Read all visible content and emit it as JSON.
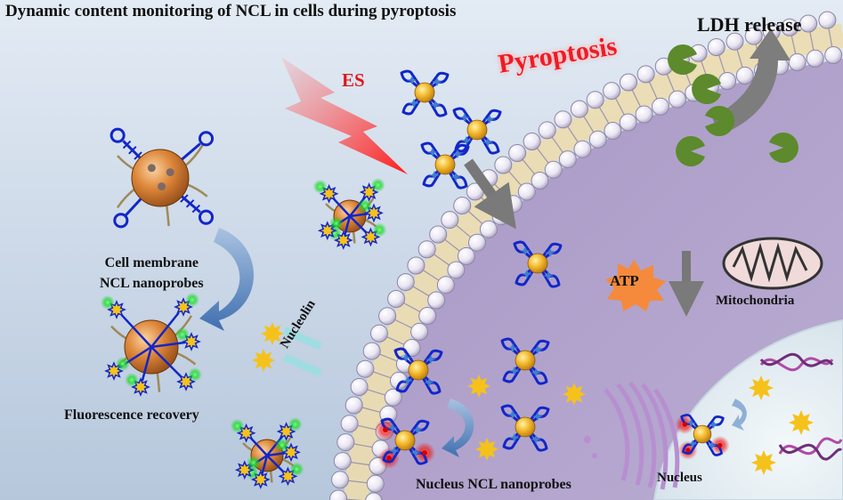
{
  "title": "Dynamic content monitoring of NCL in cells during pyroptosis",
  "labels": {
    "es": "ES",
    "pyroptosis": "Pyroptosis",
    "ldh_release": "LDH release",
    "cell_membrane_line1": "Cell membrane",
    "cell_membrane_line2": "NCL nanoprobes",
    "nucleolin": "Nucleolin",
    "atp": "ATP",
    "mitochondria": "Mitochondria",
    "fluorescence_recovery": "Fluorescence recovery",
    "nucleus_ncl_nanoprobes": "Nucleus NCL nanoprobes",
    "nucleus": "Nucleus"
  },
  "colors": {
    "background_top": "#dfe8f3",
    "background_bottom": "#b4c6dd",
    "cytoplasm": "#b0a2c9",
    "membrane_bead": "#ece8f4",
    "membrane_bead_edge": "#8c86a4",
    "nucleus": "#e4edf1",
    "gold_core": "#f0b52a",
    "large_core": "#d27a2e",
    "dna_strand": "#1226c8",
    "fluor_star": "#f5c21b",
    "green_glow": "#19d92b",
    "red_glow": "#ee1a1a",
    "ldh": "#5c8a2c",
    "arrow_gray": "#777777",
    "atp_burst": "#f58a3c",
    "es_bolt": "#ff3b30"
  },
  "icons": [
    "es-lightning-icon",
    "ldh-release-arrow-icon",
    "ldh-pacman-icon",
    "mitochondria-icon",
    "golgi-icon",
    "dna-helix-icon",
    "atp-burst-icon",
    "nanoprobe-icon",
    "fluorophore-star-icon"
  ]
}
